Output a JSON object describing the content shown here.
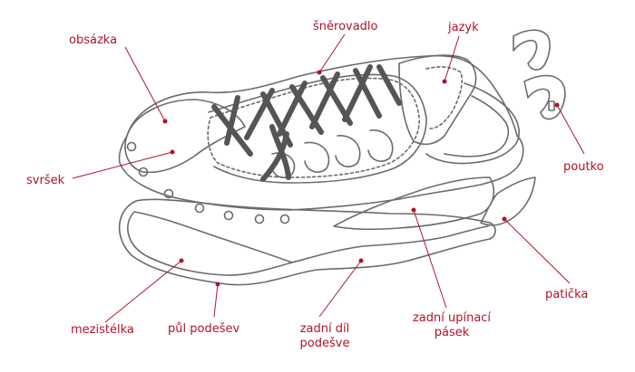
{
  "labels": {
    "obsazka": "obsázka",
    "snerovadlo": "šněrovadlo",
    "jazyk": "jazyk",
    "poutko": "poutko",
    "svrsek": "svršek",
    "paticka": "patička",
    "mezistelka": "mezistélka",
    "pul_podesev": "půl podešev",
    "zadni_dil_line1": "zadní díl",
    "zadni_dil_line2": "podešve",
    "zadni_upinaci_line1": "zadní upínací",
    "zadni_upinaci_line2": "pásek"
  },
  "colors": {
    "label": "#b0132a",
    "outline": "#6b6b6b",
    "lace": "#555555"
  }
}
